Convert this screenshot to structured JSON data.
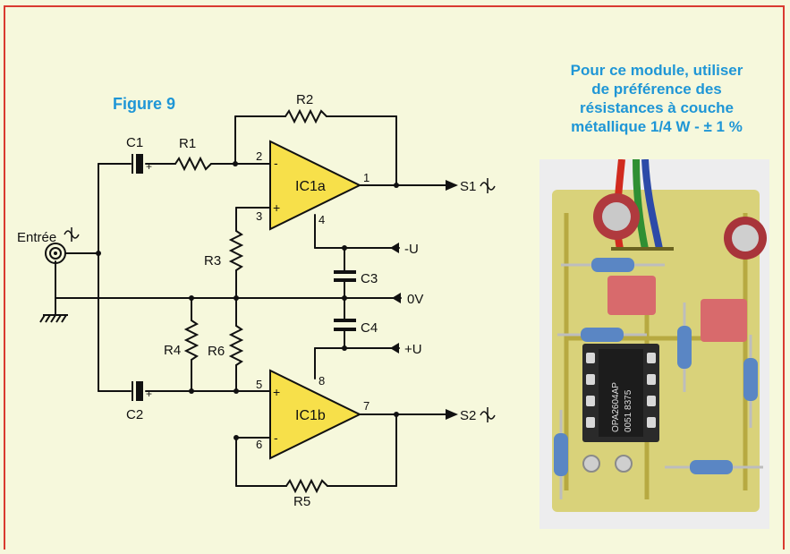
{
  "figure": {
    "title": "Figure 9"
  },
  "note": {
    "lines": [
      "Pour ce module, utiliser",
      "de préférence des",
      "résistances à couche",
      "métallique 1/4 W - ± 1 %"
    ]
  },
  "labels": {
    "entree": "Entrée",
    "c1": "C1",
    "c2": "C2",
    "c3": "C3",
    "c4": "C4",
    "r1": "R1",
    "r2": "R2",
    "r3": "R3",
    "r4": "R4",
    "r5": "R5",
    "r6": "R6",
    "ic1a": "IC1a",
    "ic1b": "IC1b",
    "pin1": "1",
    "pin2": "2",
    "pin3": "3",
    "pin4": "4",
    "pin5": "5",
    "pin6": "6",
    "pin7": "7",
    "pin8": "8",
    "s1": "S1",
    "s2": "S2",
    "minus_u": "-U",
    "zero_v": "0V",
    "plus_u": "+U",
    "minus_sign": "-",
    "plus_sign": "+"
  },
  "chip": {
    "line1": "OPA2604AP",
    "line2": "0051 8375"
  },
  "colors": {
    "frame": "#d93a30",
    "accent_text": "#1f96d6",
    "opamp_fill": "#f7e04a",
    "background": "#f6f8dc"
  }
}
